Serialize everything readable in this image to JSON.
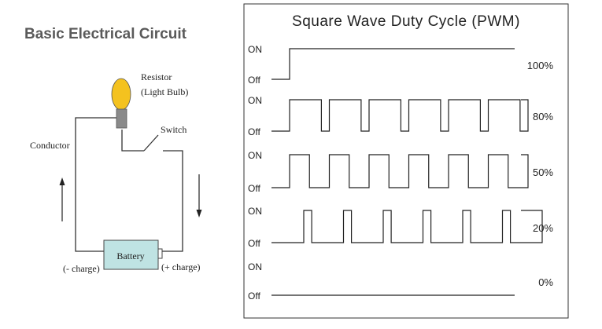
{
  "circuit": {
    "title": "Basic Electrical Circuit",
    "resistor_label_line1": "Resistor",
    "resistor_label_line2": "(Light Bulb)",
    "switch_label": "Switch",
    "conductor_label": "Conductor",
    "battery_label": "Battery",
    "negative_label": "(- charge)",
    "positive_label": "(+ charge)",
    "colors": {
      "bulb": "#f4c21f",
      "bulb_base": "#8a8a8a",
      "battery": "#bfe3e3",
      "title": "#5a5a5a"
    }
  },
  "pwm": {
    "title": "Square Wave Duty Cycle (PWM)",
    "on_label": "ON",
    "off_label": "Off",
    "rows": [
      {
        "duty_label": "100%",
        "duty": 1.0
      },
      {
        "duty_label": "80%",
        "duty": 0.8
      },
      {
        "duty_label": "50%",
        "duty": 0.5
      },
      {
        "duty_label": "20%",
        "duty": 0.2
      },
      {
        "duty_label": "0%",
        "duty": 0.0
      }
    ]
  }
}
